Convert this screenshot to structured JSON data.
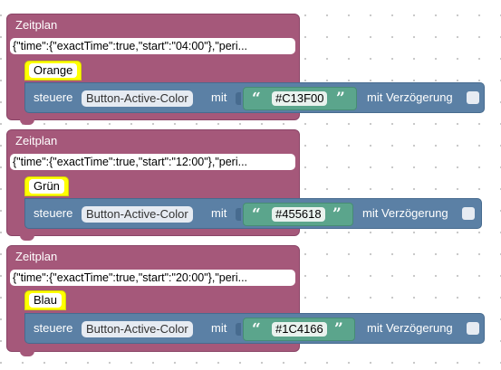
{
  "blocks": [
    {
      "schedule_title": "Zeitplan",
      "schedule_json": "{\"time\":{\"exactTime\":true,\"start\":\"04:00\"},\"peri...",
      "comment": "Orange",
      "control_prefix": "steuere",
      "state": "Button-Active-Color",
      "with_label": "mit",
      "open_quote": "“",
      "value": "#C13F00",
      "close_quote": "”",
      "delay_label": "mit Verzögerung"
    },
    {
      "schedule_title": "Zeitplan",
      "schedule_json": "{\"time\":{\"exactTime\":true,\"start\":\"12:00\"},\"peri...",
      "comment": "Grün",
      "control_prefix": "steuere",
      "state": "Button-Active-Color",
      "with_label": "mit",
      "open_quote": "“",
      "value": "#455618",
      "close_quote": "”",
      "delay_label": "mit Verzögerung"
    },
    {
      "schedule_title": "Zeitplan",
      "schedule_json": "{\"time\":{\"exactTime\":true,\"start\":\"20:00\"},\"peri...",
      "comment": "Blau",
      "control_prefix": "steuere",
      "state": "Button-Active-Color",
      "with_label": "mit",
      "open_quote": "“",
      "value": "#1C4166",
      "close_quote": "”",
      "delay_label": "mit Verzögerung"
    }
  ],
  "colors": {
    "schedule_block": "#a5587a",
    "control_block": "#5b80a5",
    "text_block": "#5ba58c",
    "comment_block": "#ffff00"
  },
  "icons": {
    "delay_checkbox": "checkbox-unchecked-icon"
  }
}
